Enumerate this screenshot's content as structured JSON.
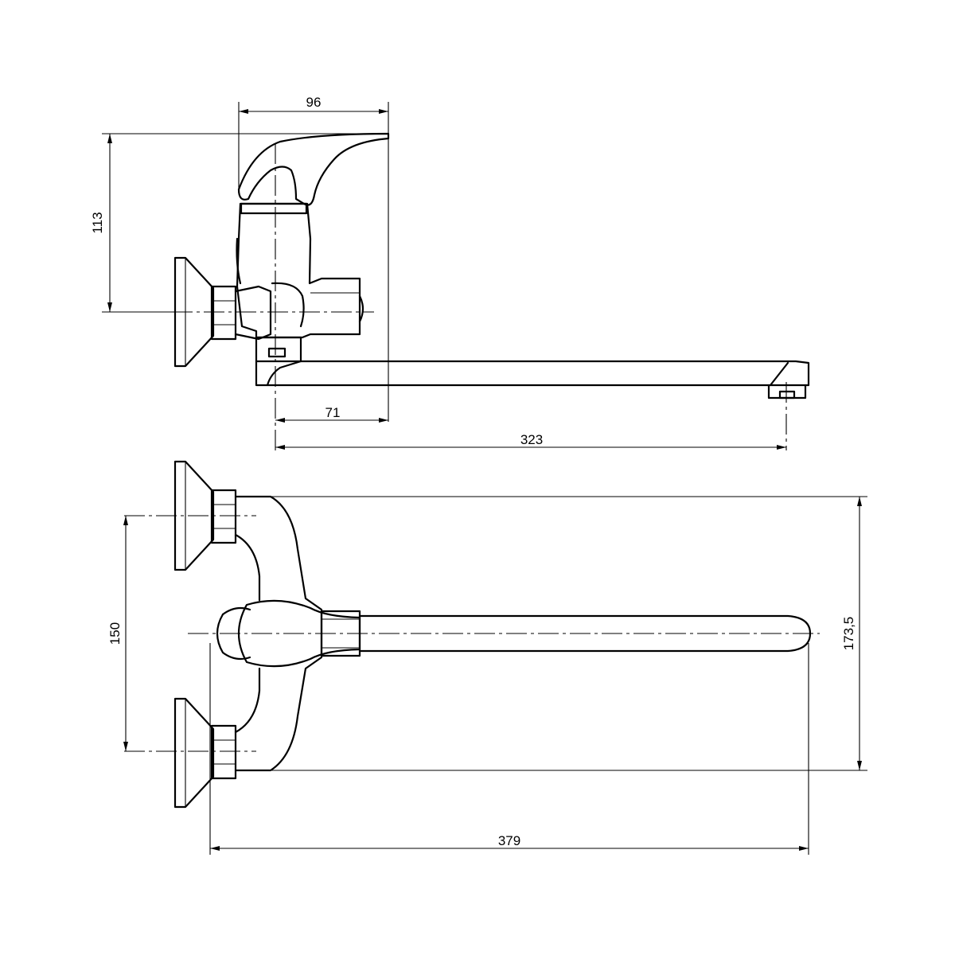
{
  "side_view": {
    "dims": {
      "width_top": "96",
      "height_left": "113",
      "inner_offset": "71",
      "spout_reach": "323"
    }
  },
  "top_view": {
    "dims": {
      "centers": "150",
      "depth": "173,5",
      "total_length": "379"
    }
  }
}
